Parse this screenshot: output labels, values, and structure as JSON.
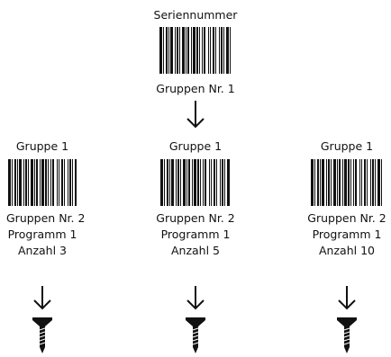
{
  "top": {
    "title": "Seriennummer",
    "caption": "Gruppen Nr. 1"
  },
  "groups": [
    {
      "title": "Gruppe 1",
      "lines": [
        "Gruppen Nr. 2",
        "Programm 1",
        "Anzahl 3"
      ]
    },
    {
      "title": "Gruppe 1",
      "lines": [
        "Gruppen Nr. 2",
        "Programm 1",
        "Anzahl 5"
      ]
    },
    {
      "title": "Gruppe 1",
      "lines": [
        "Gruppen Nr. 2",
        "Programm 1",
        "Anzahl 10"
      ]
    }
  ],
  "icons": {
    "barcode": "barcode-icon",
    "arrow": "arrow-down-icon",
    "screw": "screw-icon"
  }
}
